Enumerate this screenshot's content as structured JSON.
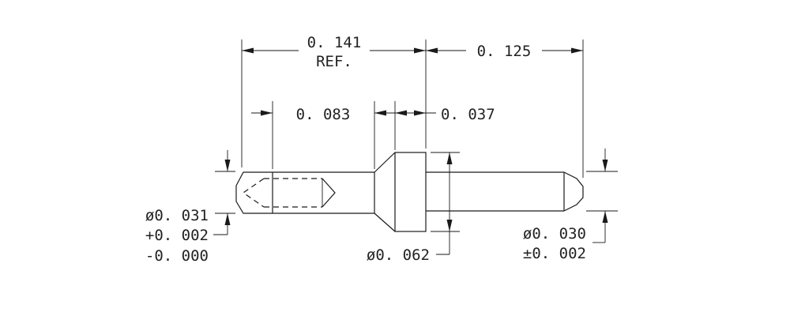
{
  "dimensions": {
    "overall_length": "0. 141",
    "overall_ref": "REF.",
    "right_length": "0. 125",
    "left_length": "0. 083",
    "collar_length": "0. 037",
    "collar_diameter": "ø0. 062",
    "left_diameter": "ø0. 031",
    "left_tol_plus": "+0. 002",
    "left_tol_minus": "-0. 000",
    "right_diameter": "ø0. 030",
    "right_tol": "±0. 002"
  }
}
